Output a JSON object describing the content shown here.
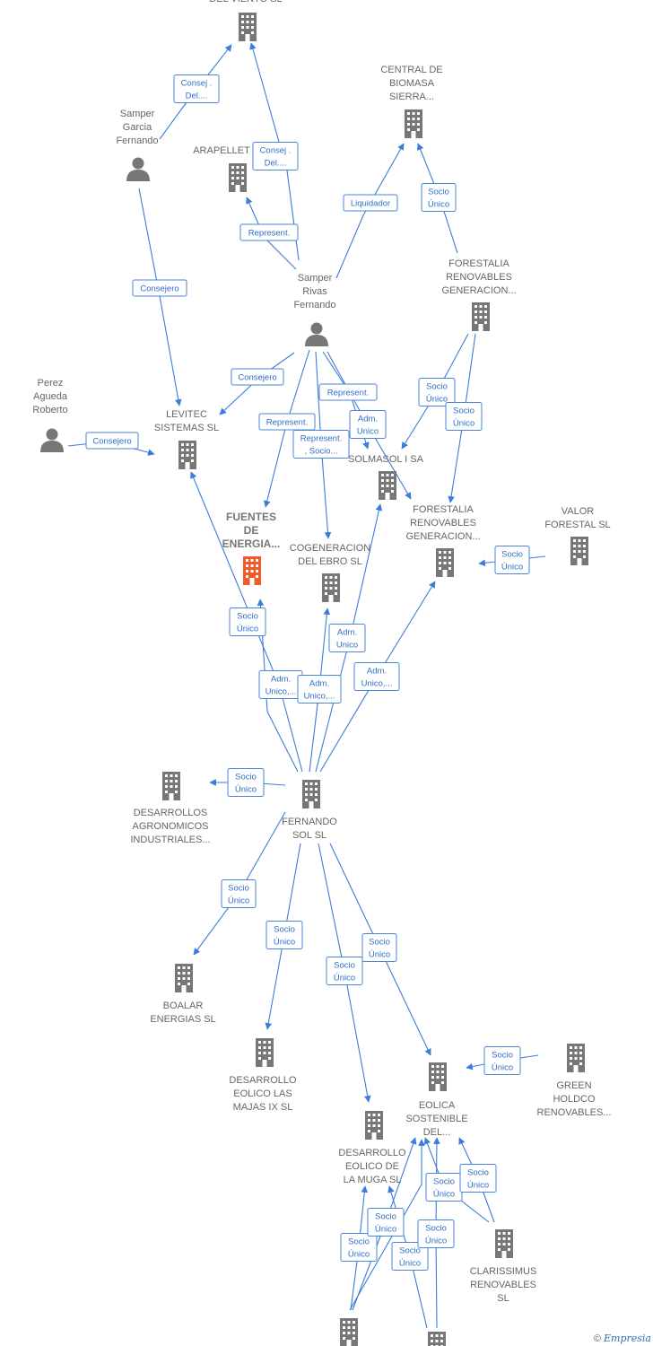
{
  "colors": {
    "edge": "#3b7dd8",
    "building": "#777777",
    "highlight": "#f05a28",
    "person": "#777777"
  },
  "nodes": [
    {
      "id": "viento",
      "type": "company",
      "label": [
        "DEL VIENTO SL"
      ]
    },
    {
      "id": "central",
      "type": "company",
      "label": [
        "CENTRAL DE",
        "BIOMASA",
        "SIERRA..."
      ]
    },
    {
      "id": "samper_garcia",
      "type": "person",
      "label": [
        "Samper",
        "Garcia",
        "Fernando"
      ]
    },
    {
      "id": "arapellet",
      "type": "company",
      "label": [
        "ARAPELLET"
      ]
    },
    {
      "id": "forestalia1",
      "type": "company",
      "label": [
        "FORESTALIA",
        "RENOVABLES",
        "GENERACION..."
      ]
    },
    {
      "id": "samper_rivas",
      "type": "person",
      "label": [
        "Samper",
        "Rivas",
        "Fernando"
      ]
    },
    {
      "id": "perez",
      "type": "person",
      "label": [
        "Perez",
        "Agueda",
        "Roberto"
      ]
    },
    {
      "id": "levitec",
      "type": "company",
      "label": [
        "LEVITEC",
        "SISTEMAS  SL"
      ]
    },
    {
      "id": "solmasol",
      "type": "company",
      "label": [
        "SOLMASOL I SA"
      ]
    },
    {
      "id": "fuentes",
      "type": "company",
      "highlight": true,
      "label": [
        "FUENTES",
        "DE",
        "ENERGIA..."
      ]
    },
    {
      "id": "forestalia2",
      "type": "company",
      "label": [
        "FORESTALIA",
        "RENOVABLES",
        "GENERACION..."
      ]
    },
    {
      "id": "valor",
      "type": "company",
      "label": [
        "VALOR",
        "FORESTAL SL"
      ]
    },
    {
      "id": "cogeneracion",
      "type": "company",
      "label": [
        "COGENERACION",
        "DEL EBRO  SL"
      ]
    },
    {
      "id": "desarrollos_agro",
      "type": "company",
      "label": [
        "DESARROLLOS",
        "AGRONOMICOS",
        "INDUSTRIALES..."
      ]
    },
    {
      "id": "fernando_sol",
      "type": "company",
      "label": [
        "FERNANDO",
        "SOL SL"
      ]
    },
    {
      "id": "boalar",
      "type": "company",
      "label": [
        "BOALAR",
        "ENERGIAS  SL"
      ]
    },
    {
      "id": "desarrollo_majas",
      "type": "company",
      "label": [
        "DESARROLLO",
        "EOLICO LAS",
        "MAJAS IX  SL"
      ]
    },
    {
      "id": "eolica_sostenible",
      "type": "company",
      "label": [
        "EOLICA",
        "SOSTENIBLE",
        "DEL..."
      ]
    },
    {
      "id": "green",
      "type": "company",
      "label": [
        "GREEN",
        "HOLDCO",
        "RENOVABLES..."
      ]
    },
    {
      "id": "desarrollo_muga",
      "type": "company",
      "label": [
        "DESARROLLO",
        "EOLICO DE",
        "LA MUGA SL"
      ]
    },
    {
      "id": "clarissimus",
      "type": "company",
      "label": [
        "CLARISSIMUS",
        "RENOVABLES",
        "SL"
      ]
    },
    {
      "id": "bottom1",
      "type": "company",
      "label": []
    },
    {
      "id": "bottom2",
      "type": "company",
      "label": []
    }
  ],
  "edges": [
    {
      "id": "e1",
      "label": [
        "Consej .",
        "Del...."
      ]
    },
    {
      "id": "e2",
      "label": [
        "Consej .",
        "Del...."
      ]
    },
    {
      "id": "e3",
      "label": [
        "Represent."
      ]
    },
    {
      "id": "e4",
      "label": [
        "Liquidador"
      ]
    },
    {
      "id": "e5",
      "label": [
        "Socio",
        "Único"
      ]
    },
    {
      "id": "e6",
      "label": [
        "Consejero"
      ]
    },
    {
      "id": "e7",
      "label": [
        "Consejero"
      ]
    },
    {
      "id": "e8",
      "label": [
        "Consejero"
      ]
    },
    {
      "id": "e9",
      "label": [
        "Represent."
      ]
    },
    {
      "id": "e10",
      "label": [
        "Represent."
      ]
    },
    {
      "id": "e11",
      "label": [
        "Adm.",
        "Unico"
      ]
    },
    {
      "id": "e12",
      "label": [
        "Represent.",
        ", Socio..."
      ]
    },
    {
      "id": "e13",
      "label": [
        "Socio",
        "Único"
      ]
    },
    {
      "id": "e14",
      "label": [
        "Socio",
        "Único"
      ]
    },
    {
      "id": "e15",
      "label": [
        "Socio",
        "Único"
      ]
    },
    {
      "id": "e16",
      "label": [
        "Socio",
        "Único"
      ]
    },
    {
      "id": "e17",
      "label": [
        "Adm.",
        "Unico"
      ]
    },
    {
      "id": "e18",
      "label": [
        "Adm.",
        "Unico,..."
      ]
    },
    {
      "id": "e19",
      "label": [
        "Adm.",
        "Unico,..."
      ]
    },
    {
      "id": "e20",
      "label": [
        "Adm.",
        "Unico,..."
      ]
    },
    {
      "id": "e21",
      "label": [
        "Socio",
        "Único"
      ]
    },
    {
      "id": "e22",
      "label": [
        "Socio",
        "Único"
      ]
    },
    {
      "id": "e23",
      "label": [
        "Socio",
        "Único"
      ]
    },
    {
      "id": "e24",
      "label": [
        "Socio",
        "Único"
      ]
    },
    {
      "id": "e25",
      "label": [
        "Socio",
        "Único"
      ]
    },
    {
      "id": "e26",
      "label": [
        "Socio",
        "Único"
      ]
    },
    {
      "id": "e27",
      "label": [
        "Socio",
        "Único"
      ]
    },
    {
      "id": "e28",
      "label": [
        "Socio",
        "Único"
      ]
    },
    {
      "id": "e29",
      "label": [
        "Socio",
        "Único"
      ]
    },
    {
      "id": "e30",
      "label": [
        "Socio",
        "Único"
      ]
    },
    {
      "id": "e31",
      "label": [
        "Socio",
        "Único"
      ]
    },
    {
      "id": "e32",
      "label": [
        "Socio",
        "Único"
      ]
    },
    {
      "id": "e33",
      "label": [
        "Socio",
        "Único"
      ]
    }
  ],
  "footer": {
    "copyright": "©",
    "brand": "Empresia"
  }
}
